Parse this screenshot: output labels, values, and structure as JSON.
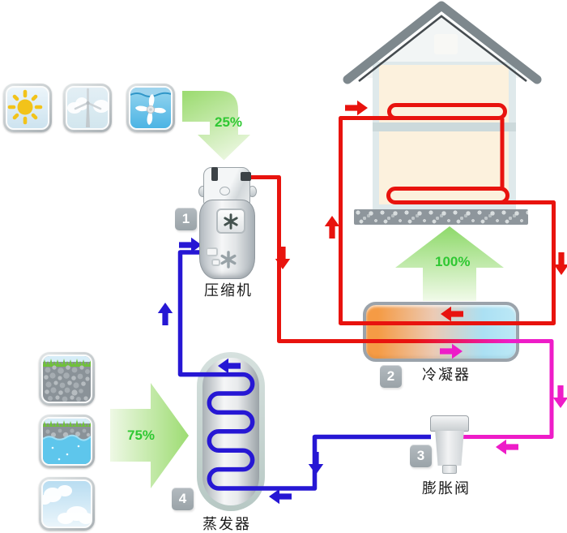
{
  "diagram_type": "heat-pump-system-schematic",
  "labels": {
    "compressor": "压缩机",
    "condenser": "冷凝器",
    "expansion_valve": "膨胀阀",
    "evaporator": "蒸发器"
  },
  "badges": {
    "compressor": "1",
    "condenser": "2",
    "expansion_valve": "3",
    "evaporator": "4"
  },
  "percentages": {
    "ambient_energy_in": "25%",
    "heat_output": "100%",
    "ground_energy_in": "75%"
  },
  "icons": {
    "top_sources": [
      "sun-icon",
      "wind-turbine-icon",
      "water-turbine-icon"
    ],
    "bottom_sources": [
      "ground-icon",
      "groundwater-icon",
      "air-cloud-icon"
    ]
  },
  "colors": {
    "hot_pipe": "#e8130e",
    "cold_pipe": "#2617d4",
    "warm_pipe": "#ee1cc8",
    "percent_text": "#2fc832",
    "energy_arrow_green": "#9ddc72",
    "condenser_hot_side": "#f59b45",
    "condenser_cold_side": "#abe0f3",
    "badge_gray": "#a7afb4"
  }
}
